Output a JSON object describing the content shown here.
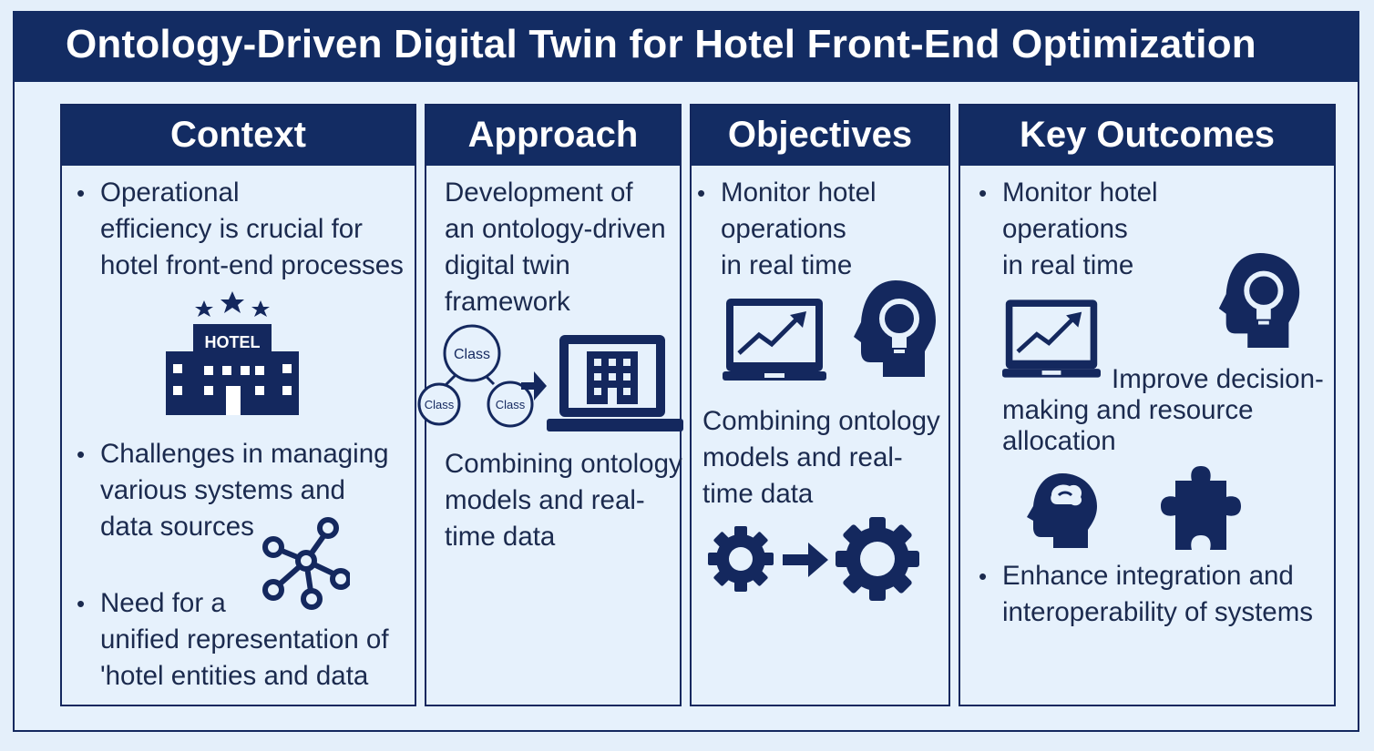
{
  "title": "Ontology-Driven Digital Twin for Hotel Front-End Optimization",
  "colors": {
    "navy": "#132c63",
    "background": "#e6f1fc",
    "text": "#1b2a4e",
    "white": "#ffffff"
  },
  "panels": [
    {
      "heading": "Context",
      "bullets": [
        {
          "lines": [
            "Operational",
            "efficiency is crucial for",
            "hotel front-end processes"
          ]
        },
        {
          "lines": [
            "Challenges in managing",
            "various systems and",
            "data sources"
          ]
        },
        {
          "lines": [
            "Need for a",
            "unified representation of",
            "'hotel entities and data"
          ]
        }
      ],
      "hotel_sign": "HOTEL",
      "icons": [
        "hotel-building-icon",
        "network-nodes-icon"
      ]
    },
    {
      "heading": "Approach",
      "paragraphs": [
        {
          "lines": [
            "Development of",
            "an ontology-driven",
            "digital twin",
            "framework"
          ]
        },
        {
          "lines": [
            "Combining ontology",
            "models and real-",
            "time data"
          ]
        }
      ],
      "class_labels": [
        "Class",
        "Class",
        "Class"
      ],
      "icons": [
        "class-graph-icon",
        "arrow-right-icon",
        "laptop-building-icon"
      ]
    },
    {
      "heading": "Objectives",
      "bullets": [
        {
          "lines": [
            "Monitor hotel",
            "operations",
            "in real time"
          ]
        }
      ],
      "paragraphs": [
        {
          "lines": [
            "Combining ontology",
            "models and real-",
            "time data"
          ]
        }
      ],
      "icons": [
        "laptop-trend-chart-icon",
        "head-lightbulb-icon",
        "gear-icon",
        "arrow-right-icon",
        "gear-icon"
      ]
    },
    {
      "heading": "Key Outcomes",
      "bullets": [
        {
          "lines": [
            "Monitor hotel",
            "operations",
            "in real time"
          ]
        },
        {
          "lines": [
            "Enhance integration and",
            "interoperability of systems"
          ]
        }
      ],
      "paragraphs": [
        {
          "lines": [
            "Improve decision-",
            "making and resource",
            "allocation"
          ]
        }
      ],
      "icons": [
        "laptop-trend-chart-icon",
        "head-lightbulb-icon",
        "head-brain-icon",
        "puzzle-piece-icon"
      ]
    }
  ]
}
